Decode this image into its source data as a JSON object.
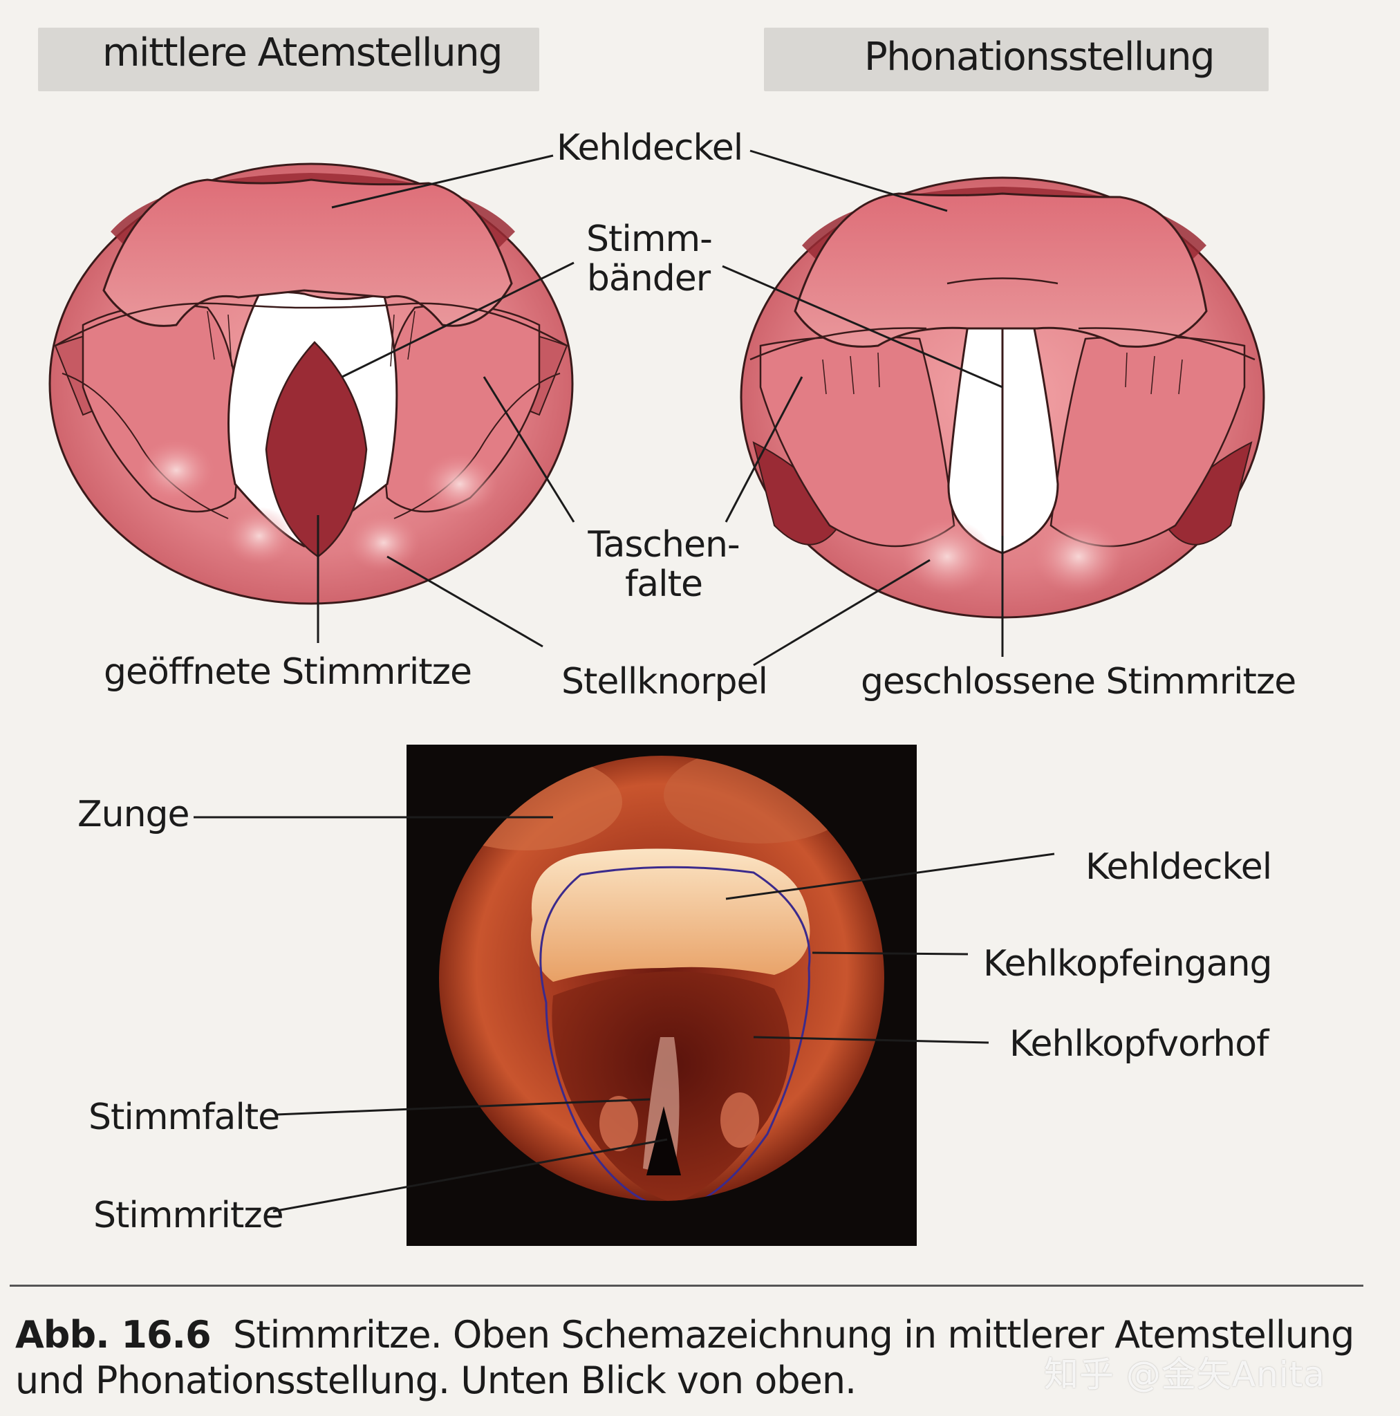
{
  "headers": {
    "left": "mittlere Atemstellung",
    "right": "Phonationsstellung"
  },
  "schematic_labels": {
    "kehldeckel": "Kehldeckel",
    "stimmbaender_line1": "Stimm-",
    "stimmbaender_line2": "bänder",
    "taschenfalte_line1": "Taschen-",
    "taschenfalte_line2": "falte",
    "geoeffnete": "geöffnete Stimmritze",
    "stellknorpel": "Stellknorpel",
    "geschlossene": "geschlossene Stimmritze"
  },
  "photo_labels": {
    "zunge": "Zunge",
    "kehldeckel": "Kehldeckel",
    "kehlkopfeingang": "Kehlkopfeingang",
    "kehlkopfvorhof": "Kehlkopfvorhof",
    "stimmfalte": "Stimmfalte",
    "stimmritze": "Stimmritze"
  },
  "caption": {
    "figure_number": "Abb. 16.6",
    "text": "Stimmritze. Oben Schemazeichnung in mittlerer Atemstellung und Phonationsstellung. Unten Blick von oben."
  },
  "watermark": "知乎 @金矢Anita",
  "colors": {
    "tissue_light": "#e88a90",
    "tissue_mid": "#d65f6a",
    "tissue_dark": "#9a2b35",
    "outline": "#3a1a1a"
  }
}
